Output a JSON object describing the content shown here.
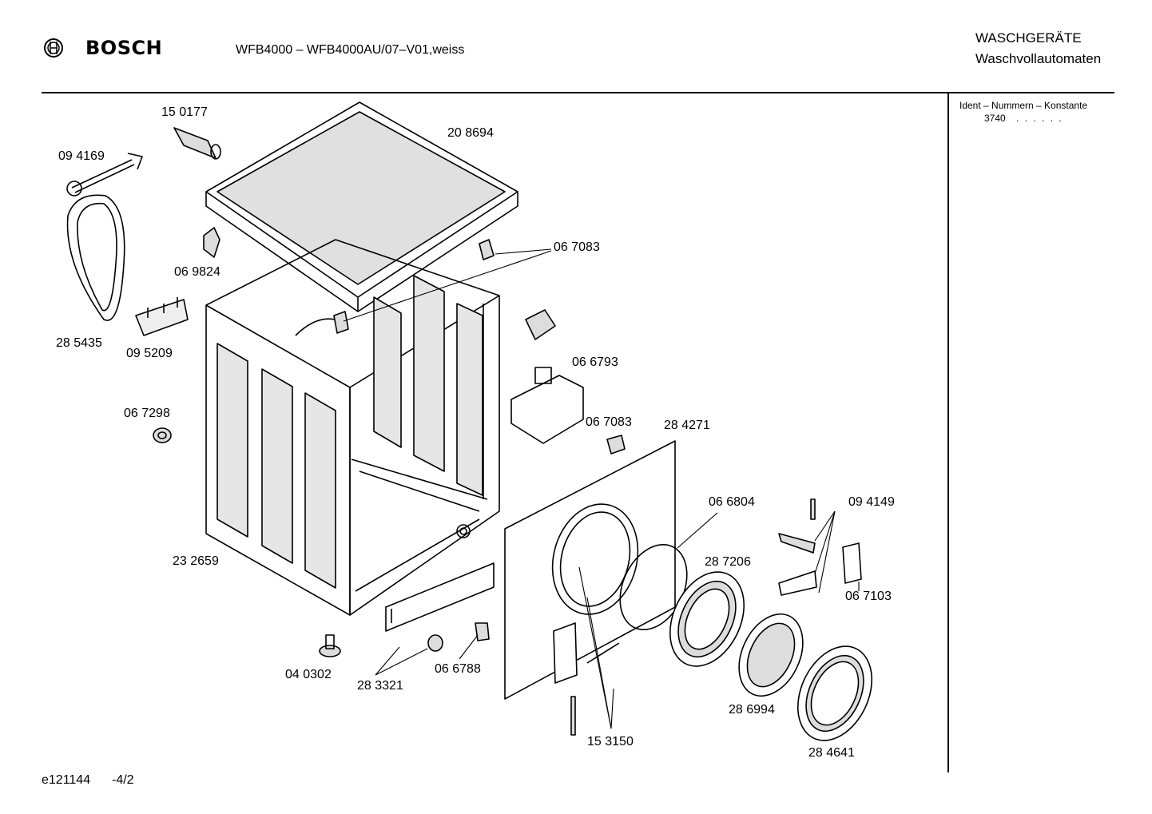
{
  "header": {
    "brand": "BOSCH",
    "model_line": "WFB4000 – WFB4000AU/07–V01,weiss",
    "category": "WASCHGERÄTE",
    "subcategory": "Waschvollautomaten"
  },
  "sidebar": {
    "ident_title": "Ident – Nummern – Konstante",
    "ident_value": "3740",
    "ident_dots": ". .   . . . ."
  },
  "parts": [
    "15 0177",
    "20 8694",
    "09 4169",
    "06 9824",
    "06 7083",
    "28 5435",
    "09 5209",
    "06 6793",
    "06 7298",
    "06 7083",
    "28 4271",
    "06 6804",
    "09 4149",
    "28 7206",
    "23 2659",
    "06 7103",
    "04 0302",
    "28 3321",
    "06 6788",
    "28 6994",
    "15 3150",
    "28 4641"
  ],
  "footer": {
    "drawing_id": "e121144",
    "page": "-4/2"
  }
}
